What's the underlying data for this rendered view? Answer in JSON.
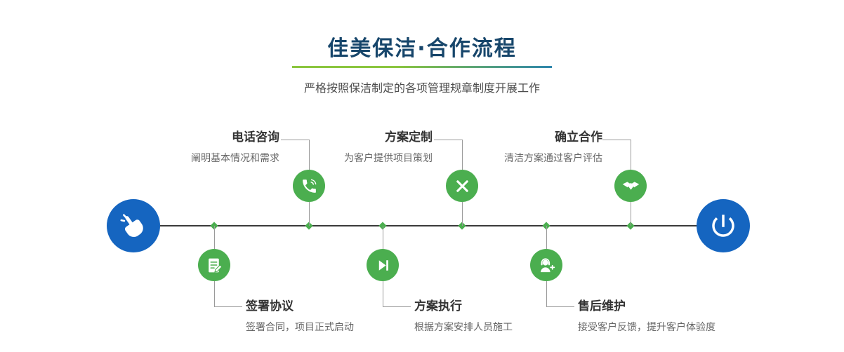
{
  "header": {
    "title": "佳美保洁·合作流程",
    "subtitle": "严格按照保洁制定的各项管理规章制度开展工作"
  },
  "steps": [
    {
      "title": "电话咨询",
      "desc": "阐明基本情况和需求",
      "icon": "phone-icon",
      "side": "top"
    },
    {
      "title": "方案定制",
      "desc": "为客户提供项目策划",
      "icon": "design-icon",
      "side": "top"
    },
    {
      "title": "确立合作",
      "desc": "清洁方案通过客户评估",
      "icon": "handshake-icon",
      "side": "top"
    },
    {
      "title": "签署协议",
      "desc": "签署合同，项目正式启动",
      "icon": "contract-icon",
      "side": "bottom"
    },
    {
      "title": "方案执行",
      "desc": "根据方案安排人员施工",
      "icon": "play-icon",
      "side": "bottom"
    },
    {
      "title": "售后维护",
      "desc": "接受客户反馈，提升客户体验度",
      "icon": "support-icon",
      "side": "bottom"
    }
  ],
  "colors": {
    "accent_green": "#4bae4f",
    "accent_blue": "#1565c0",
    "title_color": "#17466b",
    "underline_green": "#8cc63f",
    "underline_blue": "#2e86ad"
  }
}
